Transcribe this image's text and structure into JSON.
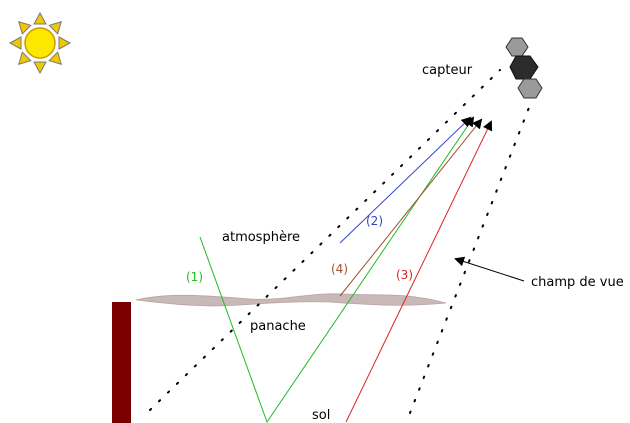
{
  "labels": {
    "sensor": "capteur",
    "atmosphere": "atmosphère",
    "plume": "panache",
    "ground": "sol",
    "field_of_view": "champ de vue"
  },
  "paths": [
    {
      "id": "1",
      "label": "(1)",
      "color": "#22bb22"
    },
    {
      "id": "2",
      "label": "(2)",
      "color": "#3344cc"
    },
    {
      "id": "3",
      "label": "(3)",
      "color": "#dd2222"
    },
    {
      "id": "4",
      "label": "(4)",
      "color": "#a0522d"
    }
  ],
  "colors": {
    "sun_disc": "#ffe800",
    "sun_rays": "#f0c800",
    "stack": "#7a0000",
    "plume": "#c8b8b8",
    "sensor": "#555555"
  },
  "icons": [
    "sun-icon",
    "sensor-icon",
    "smokestack"
  ]
}
